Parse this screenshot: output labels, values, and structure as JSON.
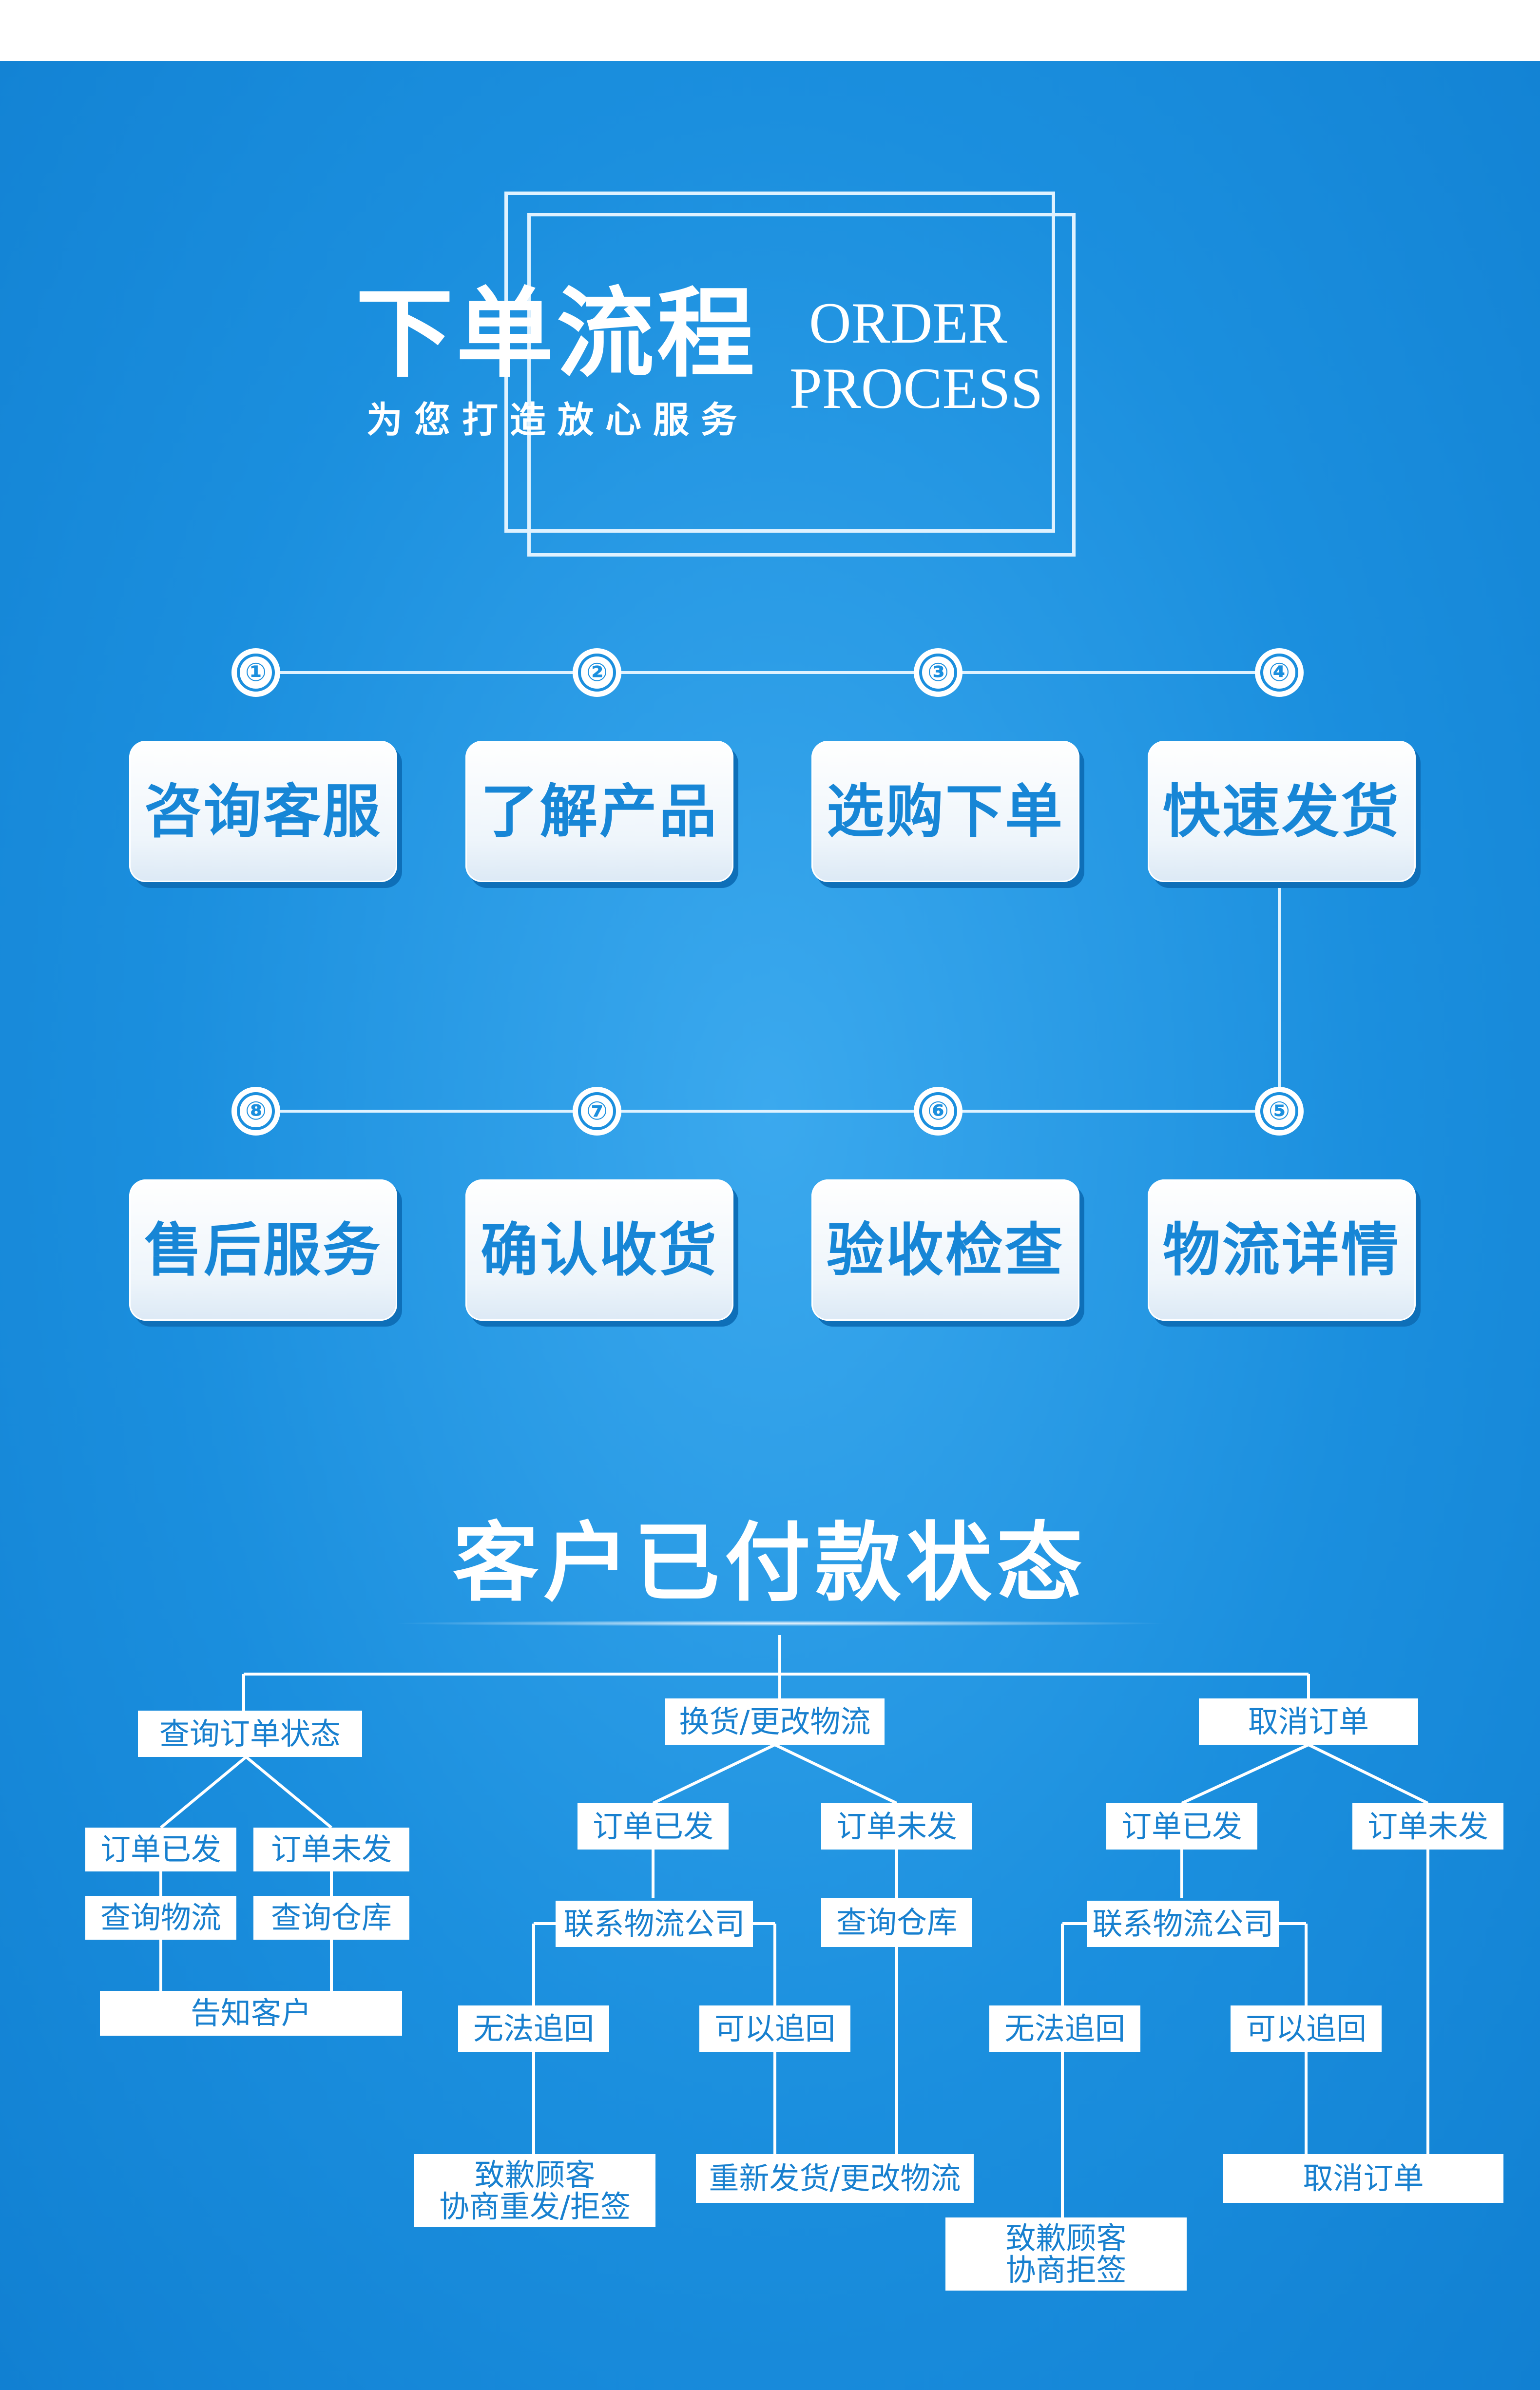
{
  "header": {
    "title": "下单流程",
    "subtitle": "为您打造放心服务",
    "en_line1": "ORDER",
    "en_line2": "PROCESS"
  },
  "process": {
    "numbers": [
      "①",
      "②",
      "③",
      "④",
      "⑤",
      "⑥",
      "⑦",
      "⑧"
    ],
    "steps": [
      "咨询客服",
      "了解产品",
      "选购下单",
      "快速发货",
      "物流详情",
      "验收检查",
      "确认收货",
      "售后服务"
    ]
  },
  "status": {
    "title": "客户已付款状态",
    "branches": [
      {
        "label": "查询订单状态",
        "shipped": "订单已发",
        "not_shipped": "订单未发",
        "query_logistics": "查询物流",
        "query_warehouse": "查询仓库",
        "notify": "告知客户"
      },
      {
        "label": "换货/更改物流",
        "shipped": "订单已发",
        "not_shipped": "订单未发",
        "contact": "联系物流公司",
        "query_warehouse": "查询仓库",
        "cannot_recall": "无法追回",
        "can_recall": "可以追回",
        "apology_line1": "致歉顾客",
        "apology_line2": "协商重发/拒签",
        "reship": "重新发货/更改物流"
      },
      {
        "label": "取消订单",
        "shipped": "订单已发",
        "not_shipped": "订单未发",
        "contact": "联系物流公司",
        "cannot_recall": "无法追回",
        "can_recall": "可以追回",
        "apology_line1": "致歉顾客",
        "apology_line2": "协商拒签",
        "cancel": "取消订单"
      }
    ]
  }
}
